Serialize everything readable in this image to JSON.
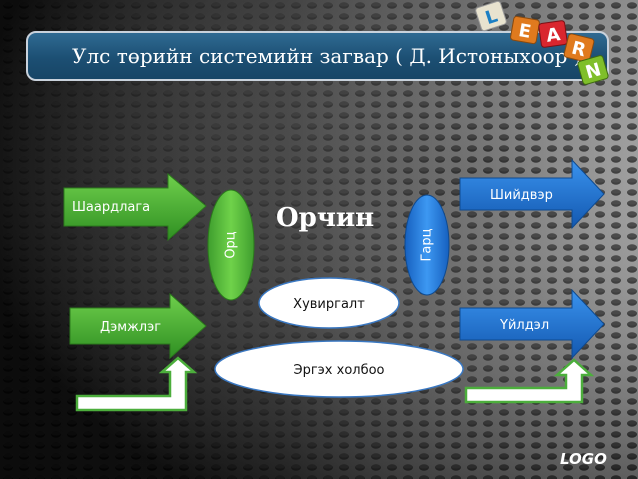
{
  "title": "Улс төрийн системийн загвар ( Д. Истоныхоор )",
  "decor_letters": [
    "L",
    "E",
    "A",
    "R",
    "N"
  ],
  "center_label": "Орчин",
  "input_arrows": [
    {
      "label": "Шаардлага"
    },
    {
      "label": "Дэмжлэг"
    }
  ],
  "input_oval": "Орц",
  "output_oval": "Гарц",
  "output_arrows": [
    {
      "label": "Шийдвэр"
    },
    {
      "label": "Үйлдэл"
    }
  ],
  "process_oval": "Хувиргалт",
  "feedback_oval": "Эргэх холбоо",
  "logo": "LOGO",
  "colors": {
    "green": "#4cae3c",
    "blue": "#1f74d6",
    "title_bar": "#22597f"
  }
}
